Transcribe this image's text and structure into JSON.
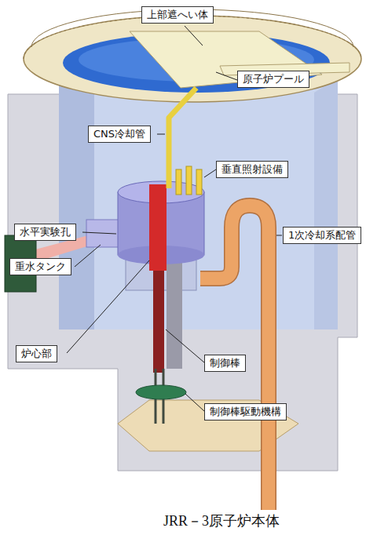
{
  "diagram": {
    "caption": "JRR－3原子炉本体",
    "nodes": [
      {
        "text": [
          "上部遮へい体"
        ]
      },
      {
        "text": [
          "原子炉プール"
        ]
      },
      {
        "text": [
          "CNS冷却管"
        ]
      },
      {
        "text": [
          "垂直照射設備"
        ]
      },
      {
        "text": [
          "水平実験孔"
        ]
      },
      {
        "text": [
          "1次冷却系配管"
        ]
      },
      {
        "text": [
          "重水タンク"
        ]
      },
      {
        "text": [
          "炉心部"
        ]
      },
      {
        "text": [
          "制御棒"
        ]
      },
      {
        "text": [
          "制御棒駆動機構"
        ]
      }
    ]
  }
}
